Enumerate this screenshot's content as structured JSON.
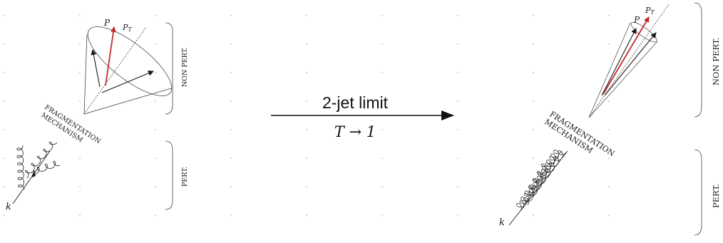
{
  "left_panel": {
    "cone_labels": {
      "p": "P",
      "pt_base": "P",
      "pt_sub": "T"
    },
    "brace_nonpert": "NON PERT.",
    "brace_pert": "PERT.",
    "mechanism_line1": "FRAGMENTATION",
    "mechanism_line2": "MECHANISM",
    "k_label": "k"
  },
  "center": {
    "title": "2-jet limit",
    "math": "T → 1"
  },
  "right_panel": {
    "cone_labels": {
      "p": "P",
      "pt_base": "P",
      "pt_sub": "T"
    },
    "brace_nonpert": "NON PERT.",
    "brace_pert": "PERT.",
    "mechanism_line1": "FRAGMENTATION",
    "mechanism_line2": "MECHANISM",
    "k_label": "k"
  },
  "colors": {
    "ink": "#1a1a1a",
    "accent_red": "#c62828",
    "grid_dot": "#b5b5b5"
  }
}
